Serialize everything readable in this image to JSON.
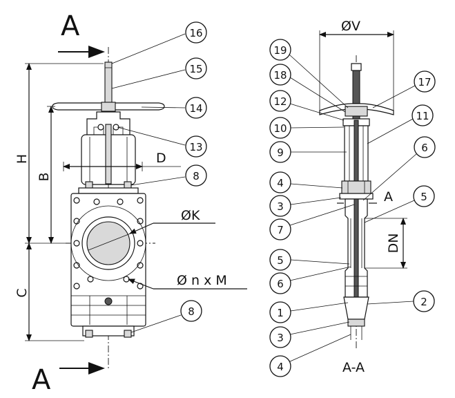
{
  "front_view": {
    "section_mark": "A",
    "dimensions": {
      "H": "H",
      "B": "B",
      "C": "C",
      "D": "D",
      "K": "ØK",
      "nxM": "Ø n x M"
    },
    "balloons": [
      "16",
      "15",
      "14",
      "13",
      "8",
      "8"
    ]
  },
  "section_view": {
    "title": "A-A",
    "dimensions": {
      "V": "ØV",
      "DN": "DN",
      "A": "A"
    },
    "left_balloons": [
      "19",
      "18",
      "12",
      "10",
      "9",
      "4",
      "3",
      "7",
      "5",
      "6",
      "1",
      "3",
      "4"
    ],
    "right_balloons": [
      "17",
      "11",
      "6",
      "5",
      "2"
    ]
  }
}
